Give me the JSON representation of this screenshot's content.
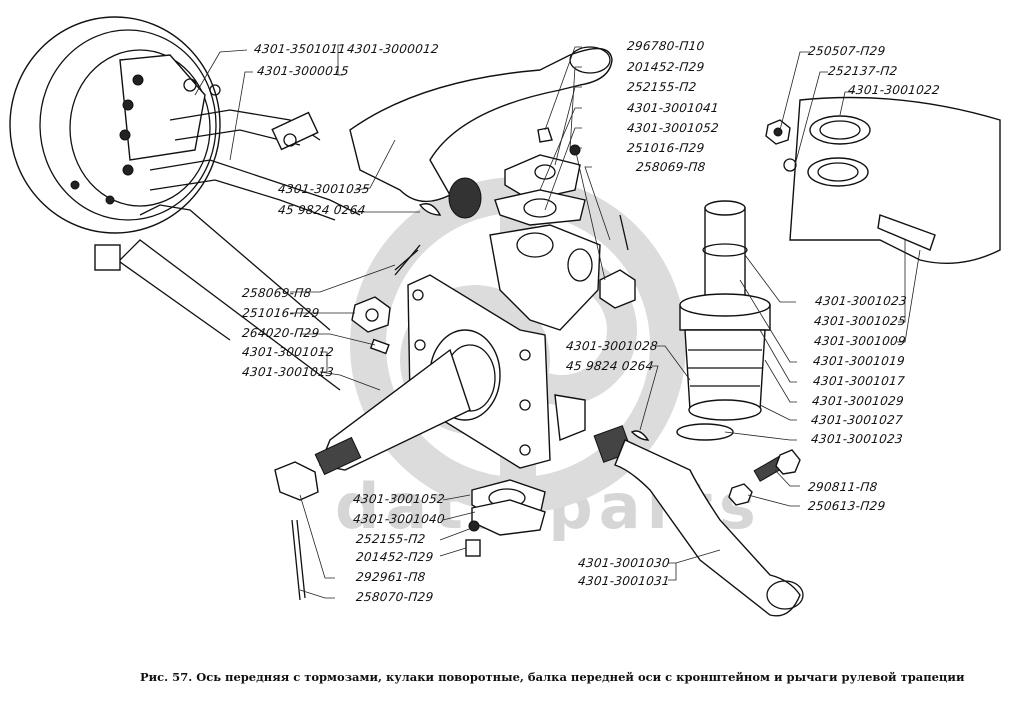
{
  "figure": {
    "caption": "Рис. 57.  Ось передняя с тормозами, кулаки поворотные, балка передней оси с кронштейном и рычаги рулевой трапеции",
    "watermark_text": "data-parts",
    "watermark_logo": "dp"
  },
  "labels": {
    "l01": "4301-3501011",
    "l02": "4301-3000012",
    "l03": "4301-3000015",
    "l04": "4301-3001035",
    "l05": "45 9824 0264",
    "l06": "296780-П10",
    "l07": "201452-П29",
    "l08": "252155-П2",
    "l09": "4301-3001041",
    "l10": "4301-3001052",
    "l11": "251016-П29",
    "l12": "258069-П8",
    "l13": "250507-П29",
    "l14": "252137-П2",
    "l15": "4301-3001022",
    "l16": "258069-П8",
    "l17": "251016-П29",
    "l18": "264020-П29",
    "l19": "4301-3001012",
    "l20": "4301-3001013",
    "l21": "4301-3001028",
    "l22": "45 9824 0264",
    "l23": "4301-3001023",
    "l24": "4301-3001025",
    "l25": "4301-3001009",
    "l26": "4301-3001019",
    "l27": "4301-3001017",
    "l28": "4301-3001029",
    "l29": "4301-3001027",
    "l30": "4301-3001023",
    "l31": "290811-П8",
    "l32": "250613-П29",
    "l33": "4301-3001052",
    "l34": "4301-3001040",
    "l35": "252155-П2",
    "l36": "201452-П29",
    "l37": "292961-П8",
    "l38": "258070-П29",
    "l39": "4301-3001030",
    "l40": "4301-3001031"
  }
}
